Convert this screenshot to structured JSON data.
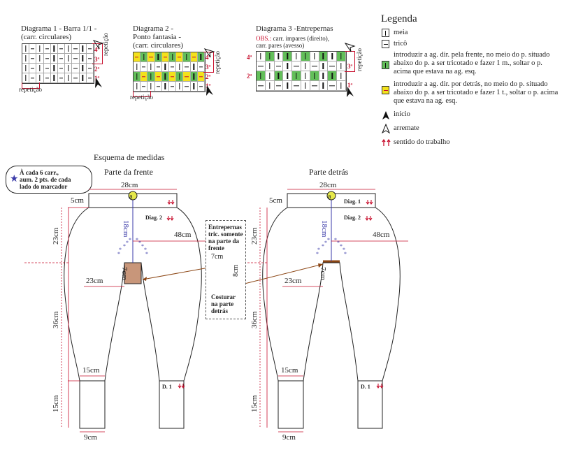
{
  "diagram1": {
    "title1": "Diagrama 1 - Barra 1/1 -",
    "title2": "(carr. circulares)",
    "rows": [
      "4ª",
      "3ª",
      "2ª",
      "1ª"
    ],
    "repeat_right": "repetição",
    "repeat_bottom": "repetição"
  },
  "diagram2": {
    "title1": "Diagrama 2 -",
    "title2": "Ponto fantasia -",
    "title3": "(carr. circulares)",
    "rows": [
      "4ª",
      "3ª",
      "2ª",
      "1ª"
    ],
    "repeat_right": "repetição",
    "repeat_bottom": "repetição"
  },
  "diagram3": {
    "title": "Diagrama 3 -Entrepernas",
    "obs_label": "OBS.:",
    "obs1": " carr. impares (direito),",
    "obs2": "carr. pares (avesso)",
    "rows_left": [
      "4ª",
      "2ª"
    ],
    "rows_right": [
      "3ª",
      "1ª"
    ],
    "repeat_right": "repetição"
  },
  "legend": {
    "title": "Legenda",
    "items": [
      {
        "icon": "knit-stitch-icon",
        "text": "meia"
      },
      {
        "icon": "purl-stitch-icon",
        "text": "tricô"
      },
      {
        "icon": "green-cell-icon",
        "text": "introduzir a ag. dir. pela frente, no meio do p. situado abaixo do p. a ser tricotado e fazer 1 m., soltar o p. acima que estava na ag. esq."
      },
      {
        "icon": "yellow-cell-icon",
        "text": "introduzir a ag. dir. por detrás, no meio do p. situado abaixo do p. a ser tricotado e fazer 1 t., soltar o p. acima que estava na ag. esq."
      },
      {
        "icon": "start-arrow-icon",
        "text": "início"
      },
      {
        "icon": "finish-arrow-icon",
        "text": "arremate"
      },
      {
        "icon": "direction-arrows-icon",
        "text": "sentido do trabalho"
      }
    ]
  },
  "scheme": {
    "title": "Esquema de medidas",
    "note": [
      "À cada 6 carr.,",
      "aum. 2 pts. de cada",
      "lado do marcador"
    ],
    "front_title": "Parte da frente",
    "back_title": "Parte detrás",
    "m28": "28cm",
    "m5": "5cm",
    "m18": "18cm",
    "m23": "23cm",
    "m48": "48cm",
    "m7": "7cm",
    "m23b": "23cm",
    "m36": "36cm",
    "m15w": "15cm",
    "m15": "15cm",
    "m9": "9cm",
    "diag1": "Diag. 1",
    "diag2": "Diag. 2",
    "d1": "D. 1",
    "marker": "a",
    "gusset_title": [
      "Entrepernas",
      "tric. somente",
      "na parte da",
      "frente"
    ],
    "gusset_w": "7cm",
    "gusset_h": "8cm",
    "sew_note": [
      "Costurar",
      "na parte",
      "detrás"
    ]
  },
  "colors": {
    "green": "#63bf5a",
    "yellow": "#f3e21c",
    "red": "#c8102e",
    "brown": "#c8967a",
    "blue": "#3a3aa8"
  }
}
